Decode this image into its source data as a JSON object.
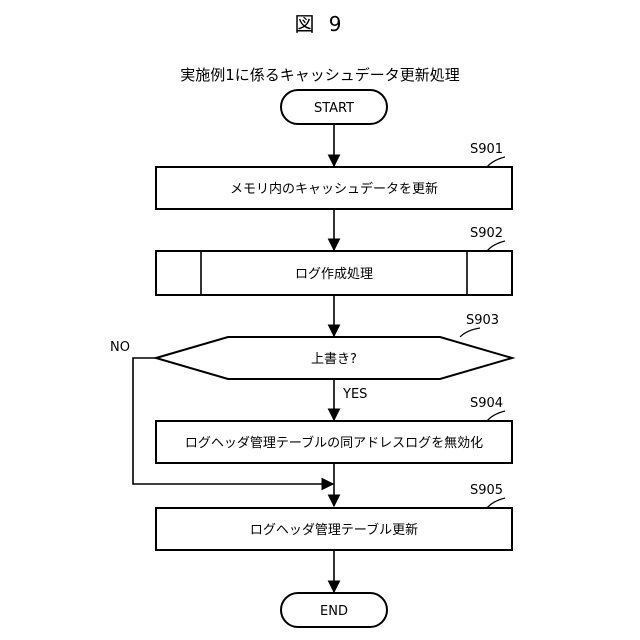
{
  "figure": {
    "number": "図 9",
    "caption": "実施例1に係るキャッシュデータ更新処理"
  },
  "flow": {
    "start": "START",
    "s901": {
      "id": "S901",
      "text": "メモリ内のキャッシュデータを更新"
    },
    "s902": {
      "id": "S902",
      "text": "ログ作成処理"
    },
    "s903": {
      "id": "S903",
      "text": "上書き?",
      "yes": "YES",
      "no": "NO"
    },
    "s904": {
      "id": "S904",
      "text": "ログヘッダ管理テーブルの同アドレスログを無効化"
    },
    "s905": {
      "id": "S905",
      "text": "ログヘッダ管理テーブル更新"
    },
    "end": "END"
  }
}
